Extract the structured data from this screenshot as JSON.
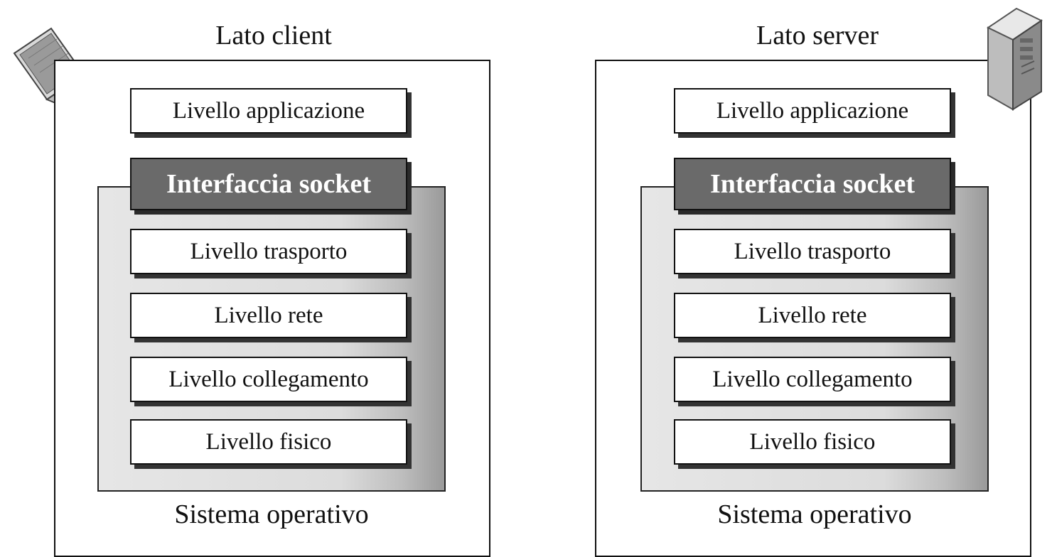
{
  "client": {
    "title": "Lato client",
    "layers": {
      "application": "Livello applicazione",
      "socket": "Interfaccia socket",
      "transport": "Livello trasporto",
      "network": "Livello rete",
      "link": "Livello collegamento",
      "physical": "Livello fisico"
    },
    "os_label": "Sistema operativo",
    "icon": "laptop-icon"
  },
  "server": {
    "title": "Lato server",
    "layers": {
      "application": "Livello applicazione",
      "socket": "Interfaccia socket",
      "transport": "Livello trasporto",
      "network": "Livello rete",
      "link": "Livello collegamento",
      "physical": "Livello fisico"
    },
    "os_label": "Sistema operativo",
    "icon": "server-tower-icon"
  },
  "colors": {
    "socket_fill": "#6a6a6a",
    "os_fill": "#dcdcdc",
    "border": "#111111"
  }
}
